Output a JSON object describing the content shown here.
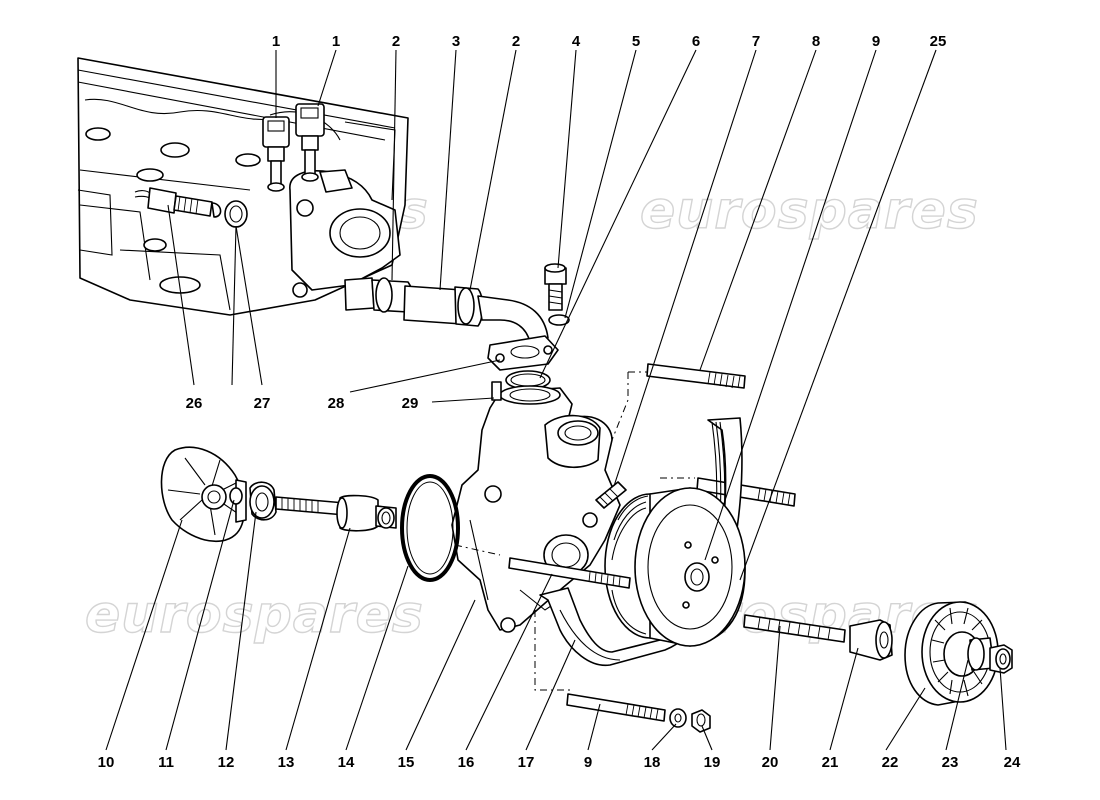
{
  "watermark": "eurospares",
  "top_callouts": [
    "1",
    "1",
    "2",
    "3",
    "2",
    "4",
    "5",
    "6",
    "7",
    "8",
    "9",
    "25"
  ],
  "middle_callouts": [
    "26",
    "27",
    "28",
    "29"
  ],
  "bottom_callouts": [
    "10",
    "11",
    "12",
    "13",
    "14",
    "15",
    "16",
    "17",
    "9",
    "18",
    "19",
    "20",
    "21",
    "22",
    "23",
    "24"
  ]
}
